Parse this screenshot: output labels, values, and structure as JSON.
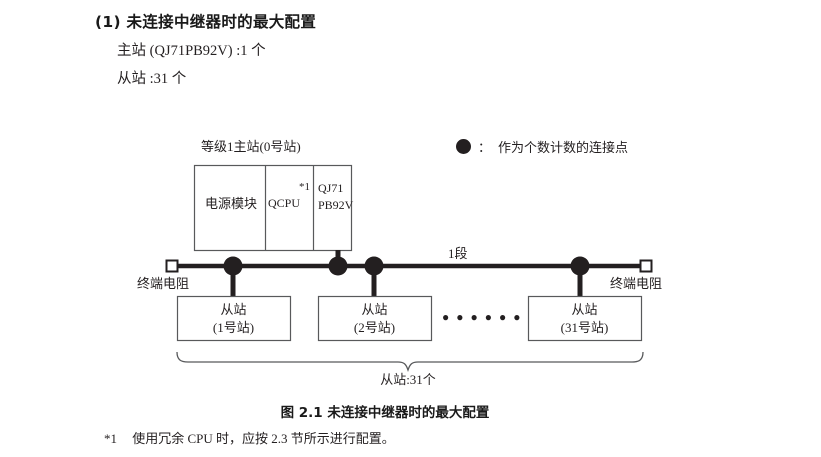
{
  "heading": {
    "title": "(1) 未连接中继器时的最大配置",
    "line1": "主站 (QJ71PB92V) :1 个",
    "line2": "从站 :31 个"
  },
  "legend": {
    "symbol": "connection-point-dot",
    "separator": "：",
    "text": "作为个数计数的连接点"
  },
  "diagram": {
    "master_caption": "等级1主站(0号站)",
    "segment_label": "1段",
    "terminator_left": "终端电阻",
    "terminator_right": "终端电阻",
    "brace_label": "从站:31个",
    "ellipsis": "● ● ● ● ● ●",
    "master_modules": [
      {
        "label": "电源模块",
        "note": ""
      },
      {
        "label": "QCPU",
        "note": "*1"
      },
      {
        "label_line1": "QJ71",
        "label_line2": "PB92V",
        "note": ""
      }
    ],
    "slaves": [
      {
        "line1": "从站",
        "line2": "(1号站)"
      },
      {
        "line1": "从站",
        "line2": "(2号站)"
      },
      {
        "line1": "从站",
        "line2": "(31号站)"
      }
    ]
  },
  "caption": "图 2.1  未连接中继器时的最大配置",
  "footnote": {
    "mark": "*1",
    "text": "使用冗余 CPU 时，应按 2.3 节所示进行配置。"
  },
  "colors": {
    "ink": "#231f20",
    "line": "#231f20",
    "box_border": "#58595b",
    "background": "#ffffff"
  }
}
